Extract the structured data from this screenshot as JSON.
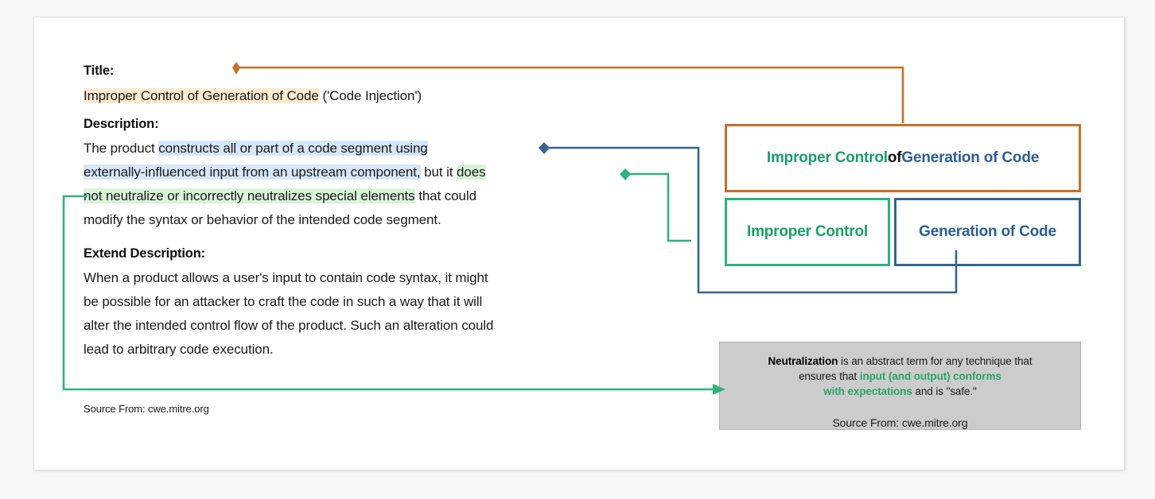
{
  "document": {
    "title_label": "Title:",
    "title_highlight": "Improper Control of Generation of Code",
    "title_rest": " ('Code Injection')",
    "description_label": "Description:",
    "description_lines": [
      {
        "plain_before": "The product ",
        "blue": "constructs all or part of a code segment using",
        "green": "",
        "plain_after": ""
      },
      {
        "plain_before": "",
        "blue": "externally-influenced input from an upstream component,",
        "plain_mid": " but it ",
        "green": "does",
        "plain_after": ""
      },
      {
        "plain_before": "",
        "green": "not neutralize or incorrectly neutralizes special elements",
        "plain_after": " that could"
      },
      {
        "plain_before": "modify the syntax or behavior of the intended code segment.",
        "plain_after": ""
      }
    ],
    "extend_label": "Extend Description:",
    "extend_lines": [
      "When a product allows a user's input to contain code syntax, it might",
      "be possible for an attacker to craft the code in such a way that it will",
      "alter the intended control flow of the product. Such an alteration could",
      "lead to arbitrary code execution."
    ],
    "source_left": "Source From: cwe.mitre.org"
  },
  "nodes": {
    "top": {
      "part_green": "Improper Control",
      "part_black": " of ",
      "part_blue": "Generation of Code"
    },
    "left": {
      "label": "Improper Control"
    },
    "right": {
      "label": "Generation of Code"
    }
  },
  "note": {
    "line1_bold": "Neutralization",
    "line1_rest": " is an abstract term for any technique that",
    "line2_plain": "ensures that ",
    "line2_green": "input (and output) conforms",
    "line3_green": "with expectations",
    "line3_rest": " and is \"safe.\"",
    "source": "Source From: cwe.mitre.org"
  },
  "colors": {
    "orange_connector": "#c2712b",
    "green_connector": "#2db37f",
    "blue_connector": "#36658f",
    "highlight_orange": "#fcead1",
    "highlight_blue": "#d5e7f8",
    "highlight_green": "#d8f4d8",
    "note_background": "#cccccc",
    "text_green": "#18a06a",
    "text_blue": "#2b5f93"
  }
}
